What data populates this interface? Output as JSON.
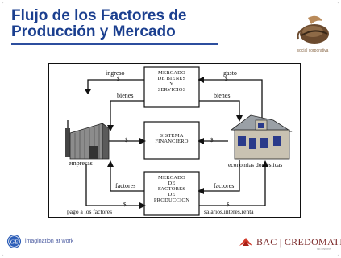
{
  "slide": {
    "title_line1": "Flujo de los Factores de",
    "title_line2": "Producción y Mercado",
    "accent_color": "#1b3f8f"
  },
  "brand_top": {
    "icon": "coffee-bean-logo-icon",
    "caption": "social corporativa"
  },
  "diagram": {
    "boxes": {
      "goods_market": [
        "MERCADO",
        "DE BIENES",
        "Y",
        "SERVICIOS"
      ],
      "financial_system": [
        "SISTEMA",
        "FINANCIERO"
      ],
      "factor_market": [
        "MERCADO",
        "DE",
        "FACTORES",
        "DE",
        "PRODUCCION"
      ]
    },
    "labels": {
      "ingreso": "ingreso",
      "gasto": "gasto",
      "bienes_left": "bienes",
      "bienes_right": "bienes",
      "empresas": "empresas",
      "economias": "economias domésticas",
      "factores_left": "factores",
      "factores_right": "factores",
      "pago": "pago a los factores",
      "salarios": "salarios,interés,renta"
    },
    "flow_marker": "$",
    "icons": [
      "factory-icon",
      "house-icon"
    ]
  },
  "footer": {
    "ge_icon": "ge-monogram-icon",
    "ge_tagline": "imagination at work",
    "bac_icon": "bac-bird-icon",
    "bac_name": "BAC | CREDOMATIC",
    "bac_network": "NETWORK"
  }
}
